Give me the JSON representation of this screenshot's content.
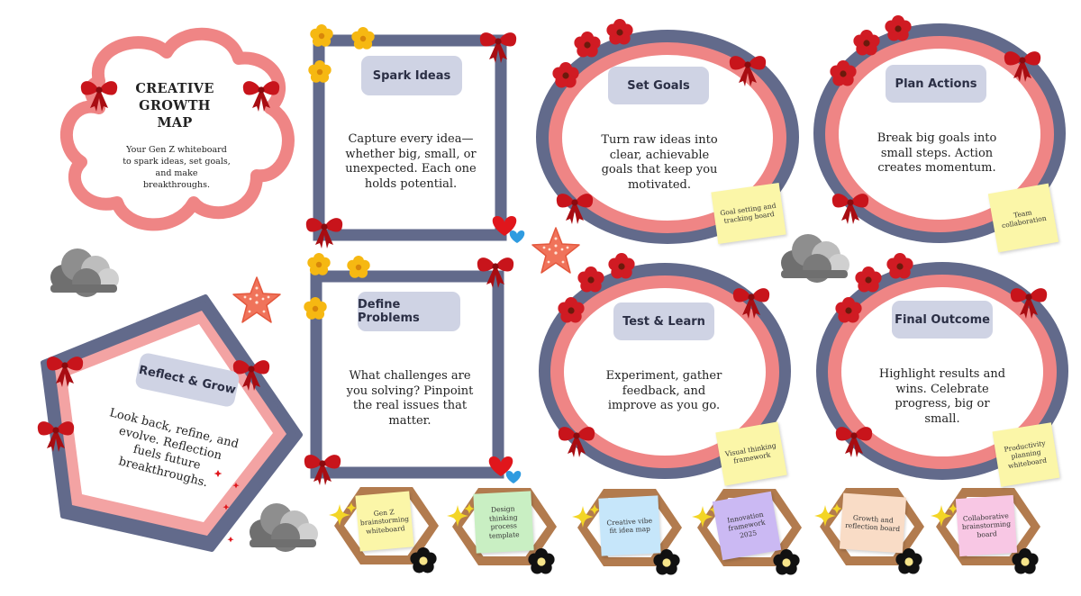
{
  "header": {
    "title_lines": [
      "CREATIVE",
      "GROWTH",
      "MAP"
    ],
    "subtitle": "Your Gen Z whiteboard to spark ideas, set goals, and make breakthroughs."
  },
  "stages": [
    {
      "id": "spark",
      "label": "Spark Ideas",
      "text": "Capture every idea—whether big, small, or unexpected. Each one holds potential."
    },
    {
      "id": "define",
      "label": "Define Problems",
      "text": "What challenges are you solving? Pinpoint the real issues that matter."
    },
    {
      "id": "goals",
      "label": "Set Goals",
      "text": "Turn raw ideas into clear, achievable goals that keep you motivated."
    },
    {
      "id": "plan",
      "label": "Plan Actions",
      "text": "Break big goals into small steps. Action creates momentum."
    },
    {
      "id": "test",
      "label": "Test & Learn",
      "text": "Experiment, gather feedback, and improve as you go."
    },
    {
      "id": "final",
      "label": "Final Outcome",
      "text": "Highlight results and wins. Celebrate progress, big or small."
    },
    {
      "id": "reflect",
      "label": "Reflect & Grow",
      "text": "Look back, refine, and evolve. Reflection fuels future breakthroughs."
    }
  ],
  "stage_notes": {
    "goals": "Goal setting and tracking board",
    "plan": "Team collaboration",
    "test": "Visual thinking framework",
    "final": "Productivity planning whiteboard"
  },
  "templates": [
    {
      "label": "Gen Z brainstorming whiteboard",
      "color": "#fbf6a8"
    },
    {
      "label": "Design thinking process template",
      "color": "#c9efc3"
    },
    {
      "label": "Creative vibe fit idea map",
      "color": "#c6e6fa"
    },
    {
      "label": "Innovation framework 2025",
      "color": "#cbb9f3"
    },
    {
      "label": "Growth and reflection board",
      "color": "#f9dcc6"
    },
    {
      "label": "Collaborative brainstorming board",
      "color": "#f8c7e4"
    }
  ],
  "colors": {
    "navy": "#626a8b",
    "coral": "#ef8585",
    "pill": "#cfd3e4",
    "hex_frame": "#b27b4e",
    "note_yellow": "#fbf6a8",
    "bow_red": "#c8141b",
    "flower_yellow": "#f6b812",
    "starfish": "#f0735a",
    "cloud_grey": "#8a8a8a"
  },
  "icons": [
    "red-bow-icon",
    "yellow-flower-icon",
    "red-flower-icon",
    "heart-icon",
    "starfish-icon",
    "cloud-icon",
    "sparkle-icon",
    "black-flower-icon"
  ]
}
